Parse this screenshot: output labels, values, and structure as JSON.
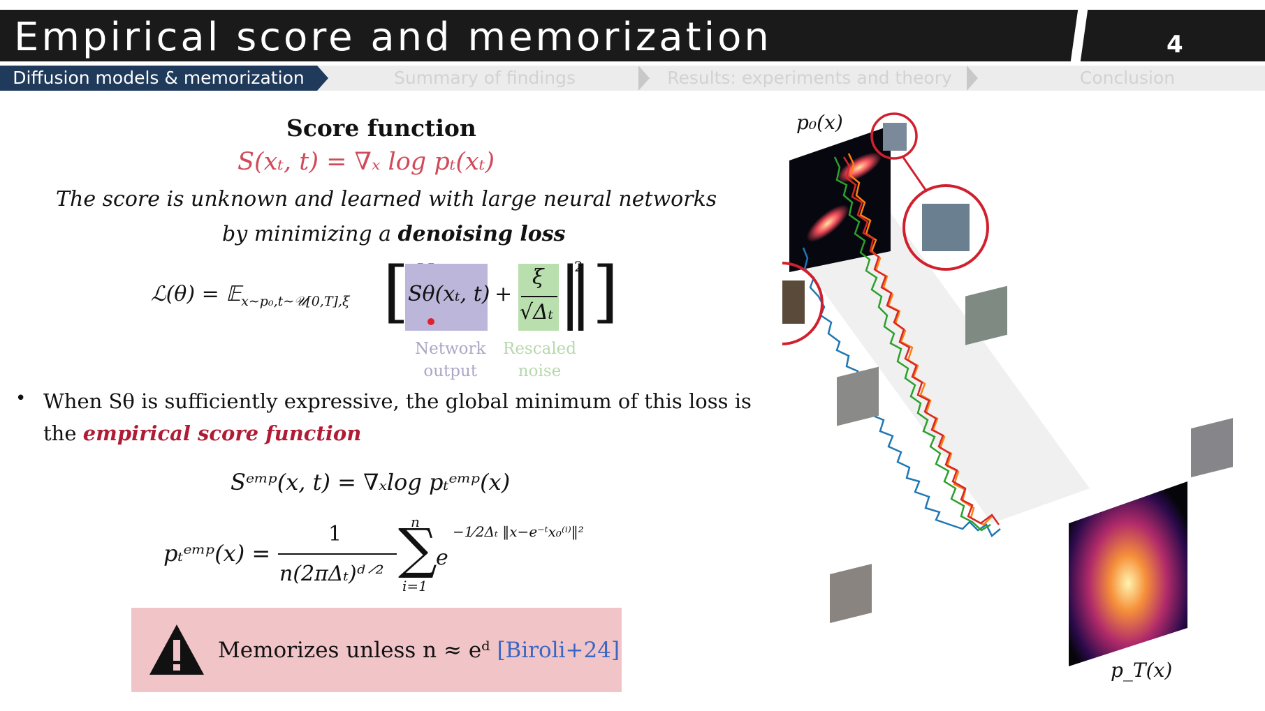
{
  "header": {
    "title": "Empirical score and memorization",
    "page_number": "4"
  },
  "nav": {
    "items": [
      {
        "label": "Diffusion models & memorization",
        "active": true
      },
      {
        "label": "Summary of findings",
        "active": false
      },
      {
        "label": "Results: experiments and theory",
        "active": false
      },
      {
        "label": "Conclusion",
        "active": false
      }
    ]
  },
  "content": {
    "section_heading": "Score function",
    "score_equation": "S(xₜ, t) = ∇ₓ log pₜ(xₜ)",
    "description_line1": "The score is unknown and learned with large neural networks",
    "description_line2_prefix": "by minimizing a ",
    "description_line2_emph": "denoising loss",
    "loss_lhs": "ℒ(θ) = 𝔼",
    "loss_subscript": "x∼p₀,t∼𝒰[0,T],ξ",
    "loss_network_term": "Sθ(xₜ, t)",
    "loss_plus": "+",
    "loss_noise_num": "ξ",
    "loss_noise_den": "√Δₜ",
    "loss_exponent": "2",
    "label_network": "Network\noutput",
    "label_noise": "Rescaled\nnoise",
    "bullet_line1": "When Sθ is sufficiently expressive, the global minimum of this loss is",
    "bullet_line2_prefix": "the ",
    "bullet_line2_emph": "empirical score function",
    "emp_score_equation": "Sᵉᵐᵖ(x, t) = ∇ₓlog pₜᵉᵐᵖ(x)",
    "emp_density_lhs": "pₜᵉᵐᵖ(x) =",
    "emp_density_frac_num": "1",
    "emp_density_frac_den": "n(2πΔₜ)ᵈ⸍²",
    "emp_density_sum": "∑",
    "emp_density_sum_top": "n",
    "emp_density_sum_bottom": "i=1",
    "emp_density_exp_base": "e",
    "emp_density_exp_sup": "−1⁄2Δₜ ‖x−e⁻ᵗx₀⁽ⁱ⁾‖²",
    "warning_prefix": "Memorizes unless n ≈ eᵈ ",
    "warning_citation": "[Biroli+24]"
  },
  "figure": {
    "label_top": "p₀(x)",
    "label_bottom": "p_T(x)",
    "trajectory_colors": [
      "#1f77b4",
      "#2ca02c",
      "#ff7f0e",
      "#d62728"
    ],
    "accent_circle_color": "#d0202e"
  },
  "colors": {
    "title_bar": "#1a1a1a",
    "nav_active": "#1f3a5a",
    "equation_red": "#d04a5a",
    "emphasis_red": "#b01c35",
    "network_box": "#bcb6da",
    "noise_box": "#b9dfae",
    "warning_box": "#f1c4c8",
    "citation_blue": "#3a66c4"
  }
}
